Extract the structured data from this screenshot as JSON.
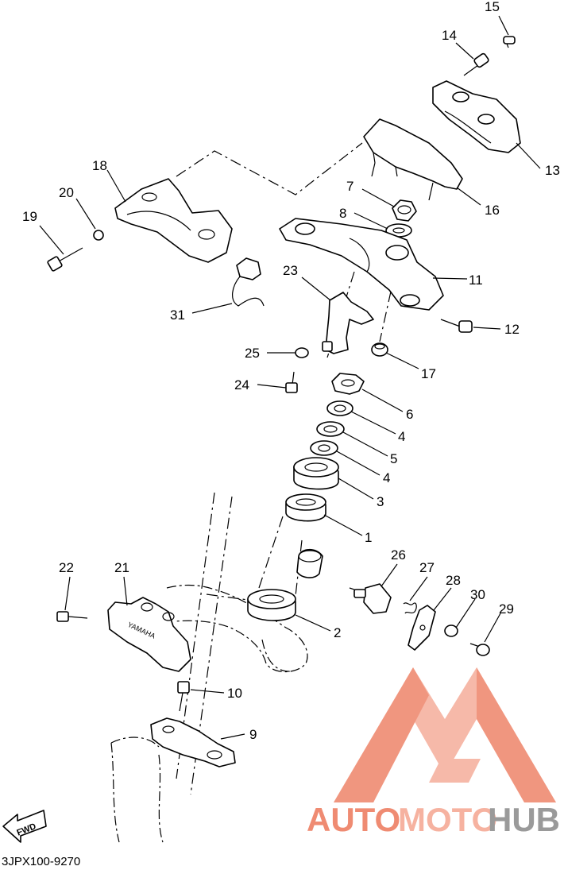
{
  "diagram": {
    "reference_code": "3JPX100-9270",
    "fwd_label": "FWD",
    "bracket_brand": "YAMAHA",
    "callouts": [
      "15",
      "14",
      "13",
      "16",
      "7",
      "8",
      "18",
      "20",
      "19",
      "11",
      "23",
      "12",
      "31",
      "25",
      "17",
      "24",
      "6",
      "4",
      "5",
      "4",
      "3",
      "1",
      "26",
      "27",
      "28",
      "22",
      "21",
      "30",
      "29",
      "2",
      "10",
      "9"
    ]
  },
  "watermark": {
    "word_1": "AUTO",
    "word_2": "MOTO",
    "word_3": "HUB",
    "colors": {
      "accent": "#f08a70",
      "light": "#f5b8a6",
      "grey": "#9a9a9a"
    }
  }
}
